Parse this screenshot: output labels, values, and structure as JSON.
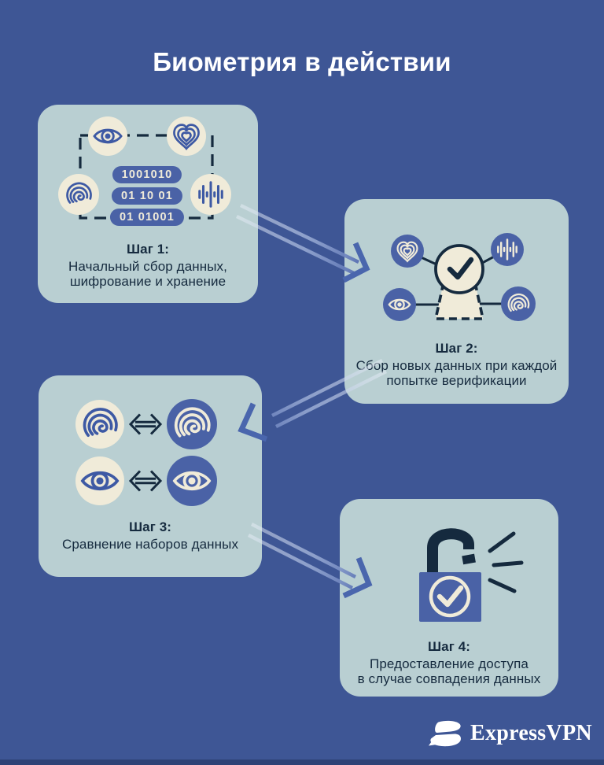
{
  "title": "Биометрия в действии",
  "steps": [
    {
      "label": "Шаг 1:",
      "lines": [
        "Начальный сбор данных,",
        "шифрование и хранение"
      ],
      "binary": [
        "1001010",
        "01 10 01",
        "01 01001"
      ],
      "icons": [
        "eye-icon",
        "heart-icon",
        "fingerprint-icon",
        "voice-wave-icon",
        "dashed-frame"
      ]
    },
    {
      "label": "Шаг 2:",
      "lines": [
        "Сбор новых данных при каждой",
        "попытке верификации"
      ],
      "icons": [
        "heart-icon",
        "voice-wave-icon",
        "eye-icon",
        "fingerprint-icon",
        "keyhole-check-icon"
      ]
    },
    {
      "label": "Шаг 3:",
      "lines": [
        "Сравнение наборов данных"
      ],
      "icons": [
        "fingerprint-icon",
        "compare-arrows-icon",
        "eye-icon"
      ]
    },
    {
      "label": "Шаг 4:",
      "lines": [
        "Предоставление доступа",
        "в случае совпадения данных"
      ],
      "icons": [
        "unlocked-padlock-check-icon",
        "burst-lines-icon"
      ]
    }
  ],
  "logo": {
    "text": "ExpressVPN",
    "icon": "expressvpn-mark-icon"
  },
  "colors": {
    "background": "#3E5695",
    "card": "#B9CFD2",
    "cream": "#F0EBD9",
    "accent_blue": "#4A62A6",
    "navy": "#152A3E",
    "icon_blue": "#3D59A4",
    "arrow": "#4A66AD",
    "footer_bar": "#2E4276",
    "title_text": "#FFFFFF"
  }
}
